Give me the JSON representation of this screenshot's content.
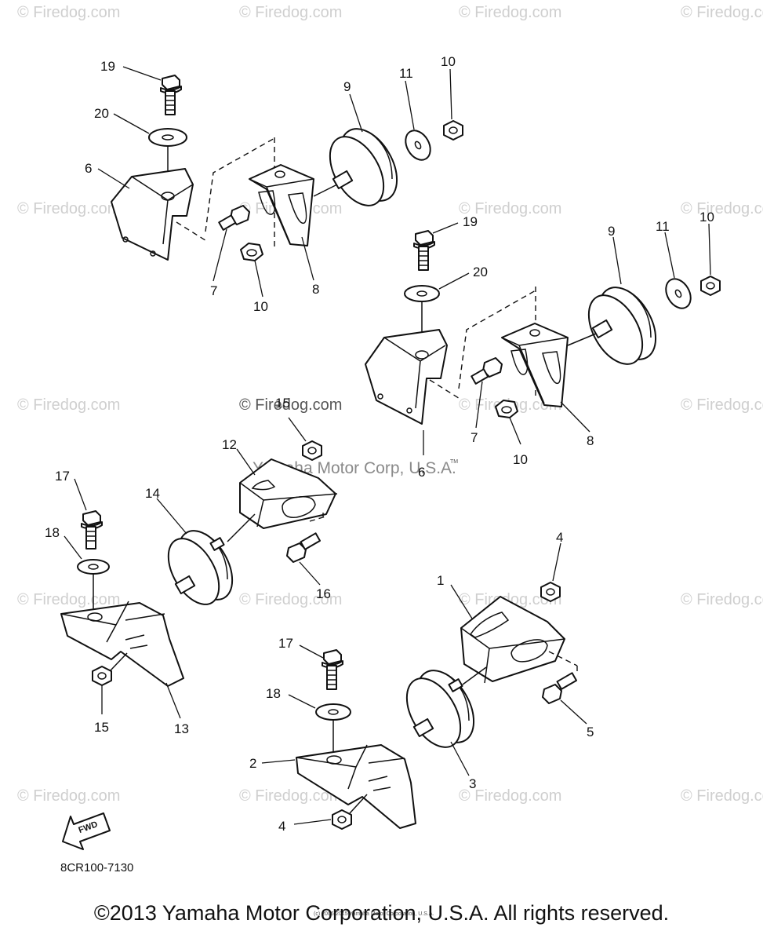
{
  "watermark": "© Firedog.com",
  "center_watermark": "© Firedog.com",
  "yamaha_watermark": "Yamaha Motor Corp, U.S.A.",
  "trademark": "TM",
  "fwd_label": "FWD",
  "diagram_code": "8CR100-7130",
  "tiny_copyright": "(c) 2006-2015 Yamaha Motor Corporation, U.S.A.",
  "copyright": "©2013 Yamaha Motor Corporation, U.S.A. All rights reserved.",
  "callouts": {
    "a19": "19",
    "a20": "20",
    "a6": "6",
    "a7": "7",
    "a10b": "10",
    "a8": "8",
    "a9": "9",
    "a11": "11",
    "a10": "10",
    "b19": "19",
    "b20": "20",
    "b9": "9",
    "b11": "11",
    "b10": "10",
    "b7": "7",
    "b10b": "10",
    "b8": "8",
    "b6": "6",
    "c15": "15",
    "c12": "12",
    "c17": "17",
    "c14": "14",
    "c18": "18",
    "c16": "16",
    "c15b": "15",
    "c13": "13",
    "d4": "4",
    "d1": "1",
    "d17": "17",
    "d18": "18",
    "d5": "5",
    "d2": "2",
    "d3": "3",
    "d4b": "4"
  }
}
